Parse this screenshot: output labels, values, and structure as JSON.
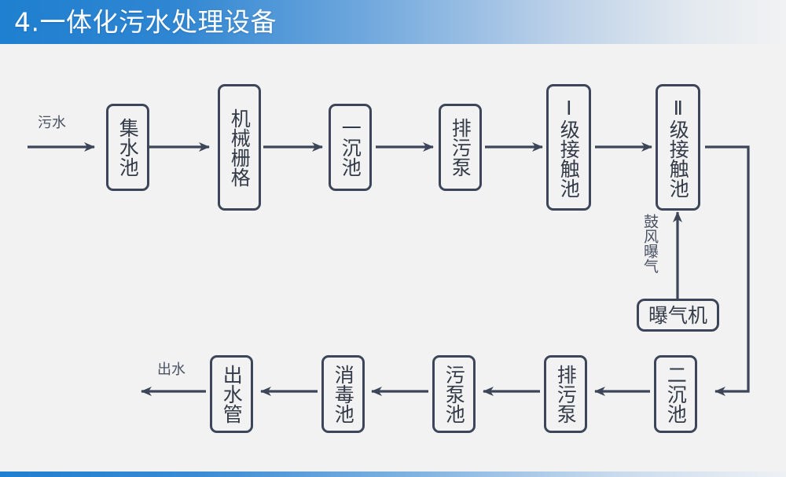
{
  "header": {
    "title": "4.一体化污水处理设备",
    "gradient_start": "#1f7fd0",
    "gradient_end": "#f1f2f3"
  },
  "footer": {
    "gradient_start": "#1f7fd0",
    "gradient_end": "#eef1f4"
  },
  "theme": {
    "background": "#f2f2f2",
    "line_color": "#3d4659",
    "text_color": "#333a48",
    "label_color": "#4a5263"
  },
  "diagram": {
    "type": "process-flowchart",
    "title": "一体化污水处理设备",
    "orientation": "serpentine-two-rows",
    "nodes": [
      {
        "id": "n1",
        "label": "集水池",
        "row": 1,
        "order": 1
      },
      {
        "id": "n2",
        "label": "机械栅格",
        "row": 1,
        "order": 2
      },
      {
        "id": "n3",
        "label": "一沉池",
        "row": 1,
        "order": 3
      },
      {
        "id": "n4",
        "label": "排污泵",
        "row": 1,
        "order": 4
      },
      {
        "id": "n5",
        "label": "Ⅰ级接触池",
        "row": 1,
        "order": 5
      },
      {
        "id": "n6",
        "label": "Ⅱ级接触池",
        "row": 1,
        "order": 6
      },
      {
        "id": "n7",
        "label": "曝气机",
        "row": "mid",
        "order": 1
      },
      {
        "id": "n8",
        "label": "二沉池",
        "row": 2,
        "order": 1
      },
      {
        "id": "n9",
        "label": "排污泵",
        "row": 2,
        "order": 2
      },
      {
        "id": "n10",
        "label": "污泵池",
        "row": 2,
        "order": 3
      },
      {
        "id": "n11",
        "label": "消毒池",
        "row": 2,
        "order": 4
      },
      {
        "id": "n12",
        "label": "出水管",
        "row": 2,
        "order": 5
      }
    ],
    "edge_labels": [
      {
        "id": "inlet",
        "text": "污水",
        "orientation": "horizontal"
      },
      {
        "id": "aeration",
        "text": "鼓风曝气",
        "orientation": "vertical"
      },
      {
        "id": "outlet",
        "text": "出水",
        "orientation": "horizontal"
      }
    ],
    "edges": [
      {
        "from": "inlet",
        "to": "n1"
      },
      {
        "from": "n1",
        "to": "n2"
      },
      {
        "from": "n2",
        "to": "n3"
      },
      {
        "from": "n3",
        "to": "n4"
      },
      {
        "from": "n4",
        "to": "n5"
      },
      {
        "from": "n5",
        "to": "n6"
      },
      {
        "from": "n6",
        "to": "n8",
        "style": "elbow-right-down"
      },
      {
        "from": "n7",
        "to": "n6",
        "label": "鼓风曝气"
      },
      {
        "from": "n8",
        "to": "n9"
      },
      {
        "from": "n9",
        "to": "n10"
      },
      {
        "from": "n10",
        "to": "n11"
      },
      {
        "from": "n11",
        "to": "n12"
      },
      {
        "from": "n12",
        "to": "outlet"
      }
    ]
  }
}
